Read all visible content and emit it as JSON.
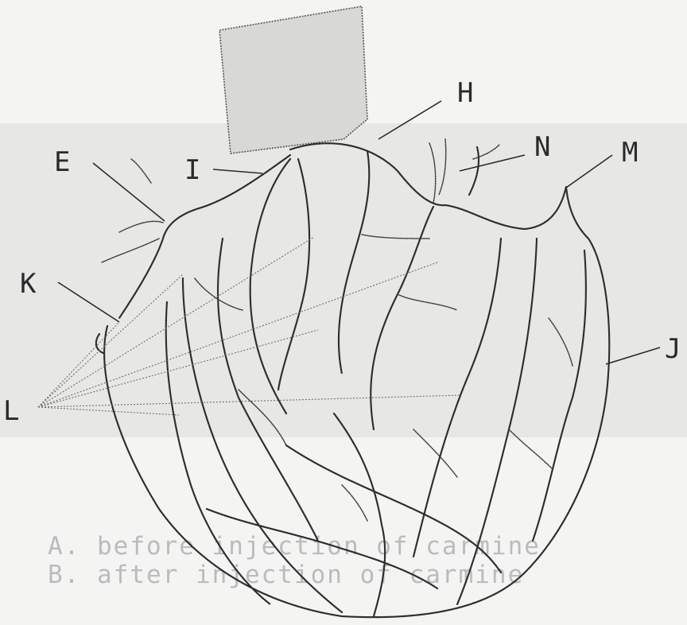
{
  "labels": {
    "E": "E",
    "H": "H",
    "I": "I",
    "N": "N",
    "M": "M",
    "K": "K",
    "L": "L",
    "J": "J"
  },
  "background_text": {
    "line1": "A. before injection of carmine",
    "line2": "B. after injection of carmine"
  },
  "colors": {
    "paper": "#f4f4f2",
    "band": "#e7e8e6",
    "ink": "#2d2d2d"
  }
}
